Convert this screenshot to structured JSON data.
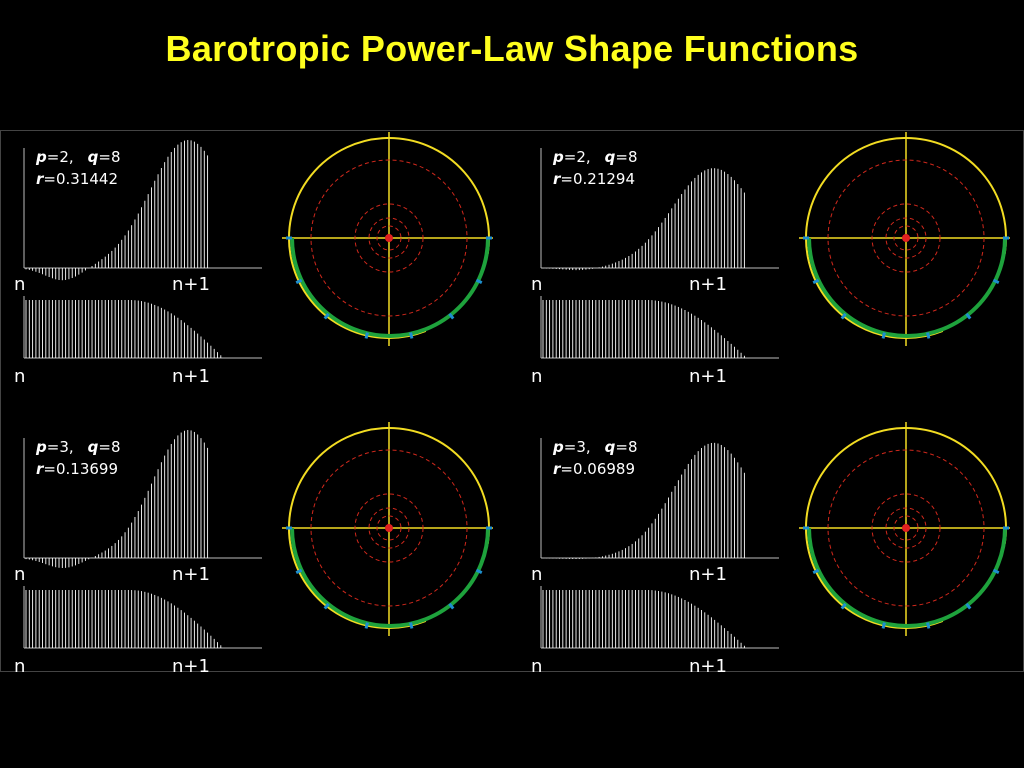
{
  "title": "Barotropic Power-Law Shape Functions",
  "colors": {
    "background": "#000000",
    "title": "#ffff1e",
    "bars": "#ffffff",
    "circle": "#f2dc22",
    "axes": "#f2dc22",
    "dashed_rings": "#d0281c",
    "center_dot": "#e02020",
    "green_arc": "#1ea23c",
    "blue_ticks": "#1e8fd0"
  },
  "axis_labels": {
    "left": "n",
    "right": "n+1"
  },
  "panels": [
    {
      "id": "p2-q8-a",
      "p_label": "p",
      "p_value": "=2,",
      "q_label": "q",
      "q_value": "=8",
      "r_label": "r",
      "r_value": "=0.31442"
    },
    {
      "id": "p2-q8-b",
      "p_label": "p",
      "p_value": "=2,",
      "q_label": "q",
      "q_value": "=8",
      "r_label": "r",
      "r_value": "=0.21294"
    },
    {
      "id": "p3-q8-a",
      "p_label": "p",
      "p_value": "=3,",
      "q_label": "q",
      "q_value": "=8",
      "r_label": "r",
      "r_value": "=0.13699"
    },
    {
      "id": "p3-q8-b",
      "p_label": "p",
      "p_value": "=3,",
      "q_label": "q",
      "q_value": "=8",
      "r_label": "r",
      "r_value": "=0.06989"
    }
  ]
}
